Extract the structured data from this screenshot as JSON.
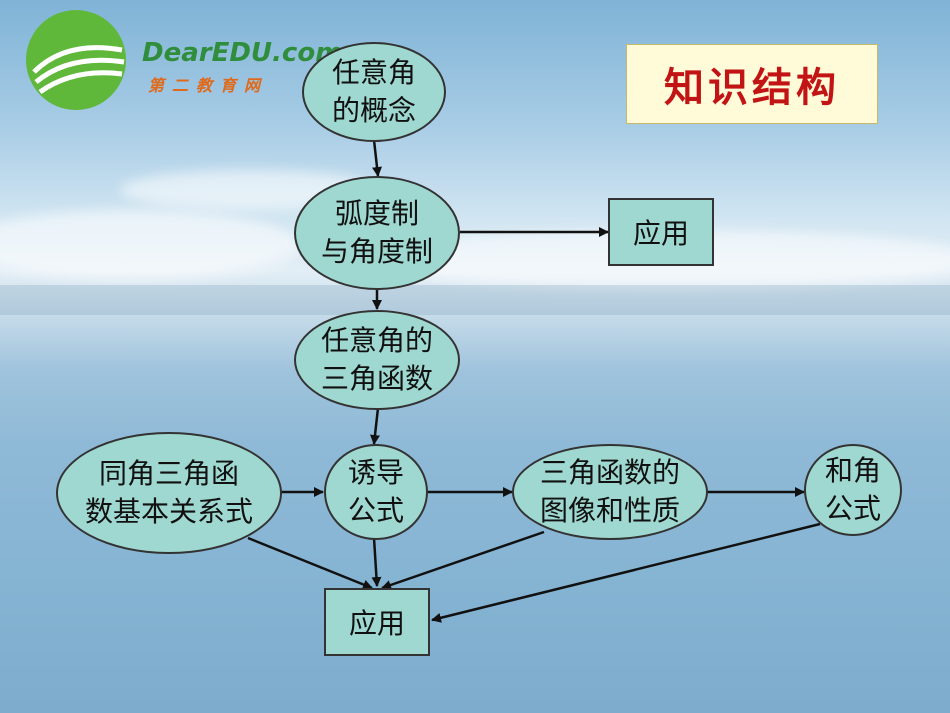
{
  "logo": {
    "brand": "DearEDU.com",
    "sub": "第二教育网"
  },
  "title": "知识结构",
  "nodes": {
    "any_angle_concept": "任意角\n的概念",
    "radian_degree": "弧度制\n与角度制",
    "application_top": "应用",
    "trig_functions": "任意角的\n三角函数",
    "same_angle_relations": "同角三角函\n数基本关系式",
    "induction_formulas": "诱导\n公式",
    "graph_properties": "三角函数的\n图像和性质",
    "sum_formulas": "和角\n公式",
    "application_bottom": "应用"
  },
  "colors": {
    "node_fill": "#9fd8d0",
    "title_text": "#c21414",
    "title_bg": "#fffbd9"
  }
}
